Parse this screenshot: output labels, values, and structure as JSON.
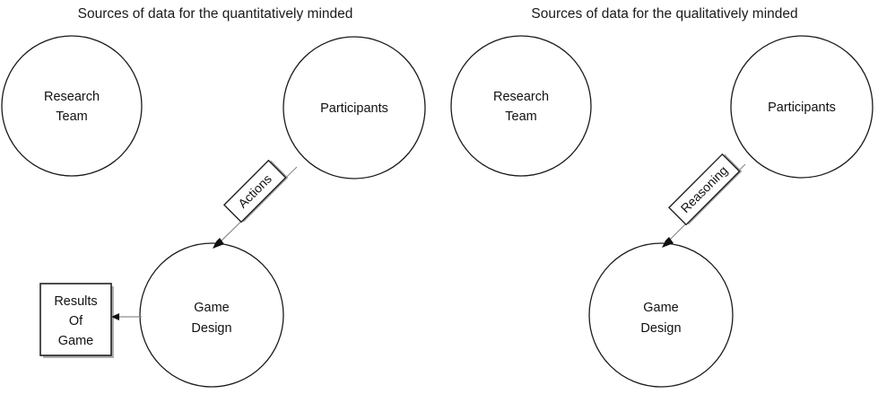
{
  "figure": {
    "background_color": "#ffffff",
    "line_color": "#8d8d8d",
    "shape_stroke_color": "#1a1a1a",
    "text_color": "#111111"
  },
  "panels": [
    {
      "id": "quantitative",
      "title": "Sources of data for the quantitatively minded",
      "nodes": [
        {
          "id": "research-team",
          "label_line1": "Research",
          "label_line2": "Team"
        },
        {
          "id": "participants",
          "label_line1": "Participants",
          "label_line2": ""
        },
        {
          "id": "game-design",
          "label_line1": "Game",
          "label_line2": "Design"
        }
      ],
      "boxes": [
        {
          "id": "results-of-game",
          "label_line1": "Results",
          "label_line2": "Of",
          "label_line3": "Game"
        }
      ],
      "edges": [
        {
          "id": "participants-to-game-design",
          "label": "Actions",
          "from": "participants",
          "to": "game-design"
        },
        {
          "id": "game-design-to-results",
          "label": "",
          "from": "game-design",
          "to": "results-of-game"
        }
      ]
    },
    {
      "id": "qualitative",
      "title": "Sources of data for the qualitatively minded",
      "nodes": [
        {
          "id": "research-team",
          "label_line1": "Research",
          "label_line2": "Team"
        },
        {
          "id": "participants",
          "label_line1": "Participants",
          "label_line2": ""
        },
        {
          "id": "game-design",
          "label_line1": "Game",
          "label_line2": "Design"
        }
      ],
      "boxes": [],
      "edges": [
        {
          "id": "participants-to-game-design",
          "label": "Reasoning",
          "from": "participants",
          "to": "game-design"
        }
      ]
    }
  ]
}
